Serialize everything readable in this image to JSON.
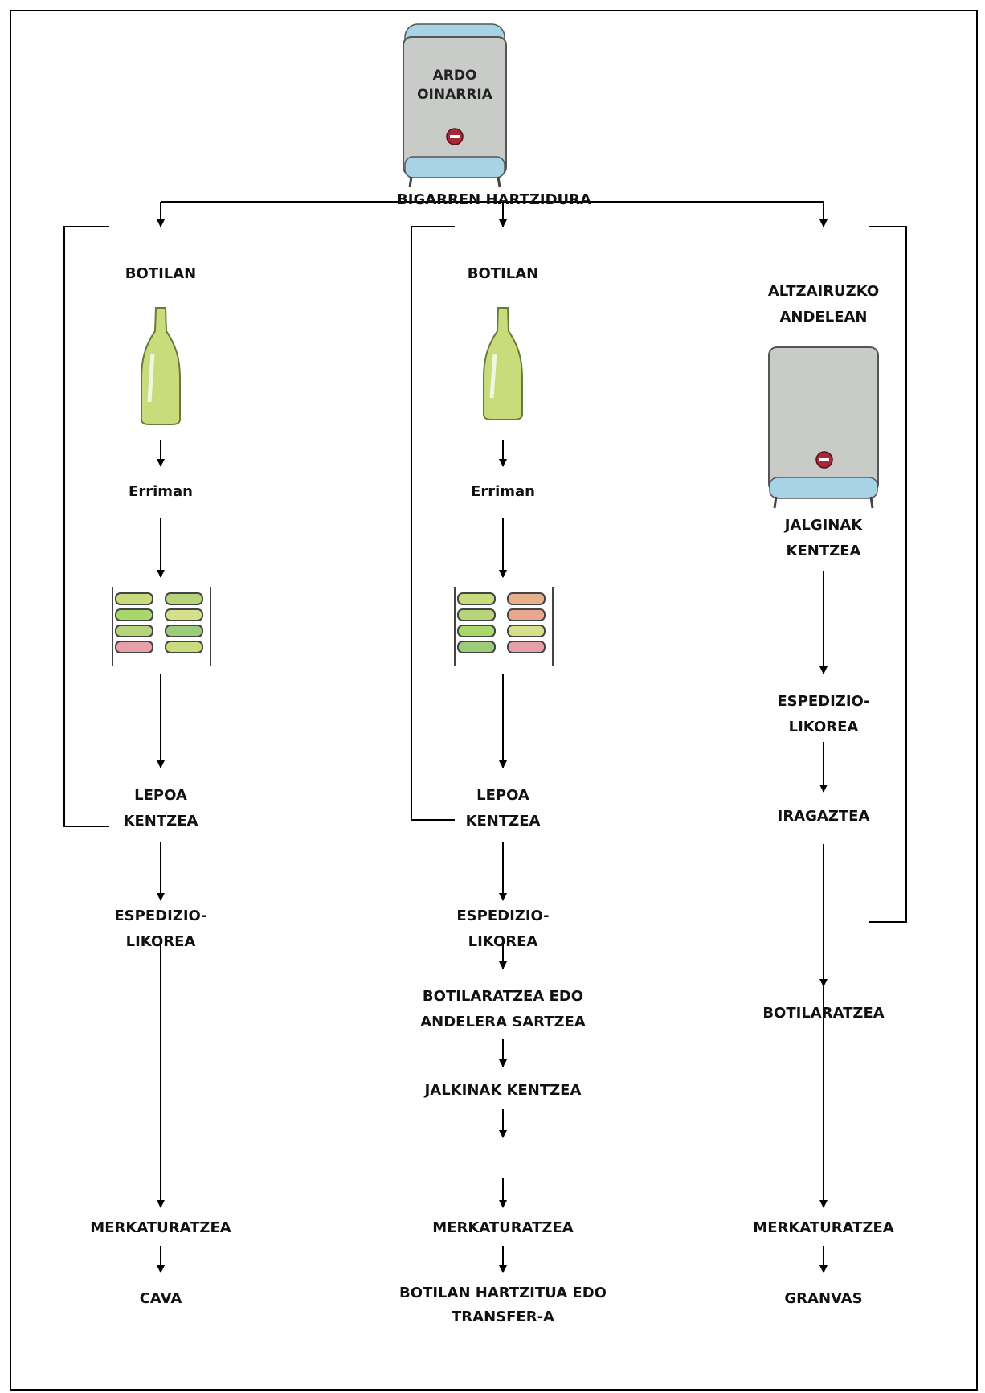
{
  "top": {
    "tank_label": "ARDO\nOINARRIA",
    "process": "BIGARREN HARTZIDURA"
  },
  "left": {
    "container": "BOTILAN",
    "step1": "Erriman",
    "step2": "LEPOA\nKENTZEA",
    "step3": "ESPEDIZIO-\nLIKOREA",
    "step4": "MERKATURATZEA",
    "result": "CAVA"
  },
  "middle": {
    "container": "BOTILAN",
    "step1": "Erriman",
    "step2": "LEPOA\nKENTZEA",
    "step3": "ESPEDIZIO-\nLIKOREA",
    "step4": "BOTILARATZEA EDO\nANDELERA SARTZEA",
    "step5": "JALKINAK KENTZEA",
    "step6": "MERKATURATZEA",
    "result": "BOTILAN HARTZITUA EDO\nTRANSFER-A"
  },
  "right": {
    "container": "ALTZAIRUZKO\nANDELEAN",
    "step1": "JALGINAK\nKENTZEA",
    "step2": "ESPEDIZIO-\nLIKOREA",
    "step3": "IRAGAZTEA",
    "step4": "BOTILARATZEA",
    "step5": "MERKATURATZEA",
    "result": "GRANVAS"
  },
  "colors": {
    "tank_body": "#c9cbc9",
    "tank_cap": "#a8d2e6",
    "tank_valve": "#a8283a",
    "bottle": "#c9dc7c",
    "bottle_stroke": "#6b7a3a"
  }
}
